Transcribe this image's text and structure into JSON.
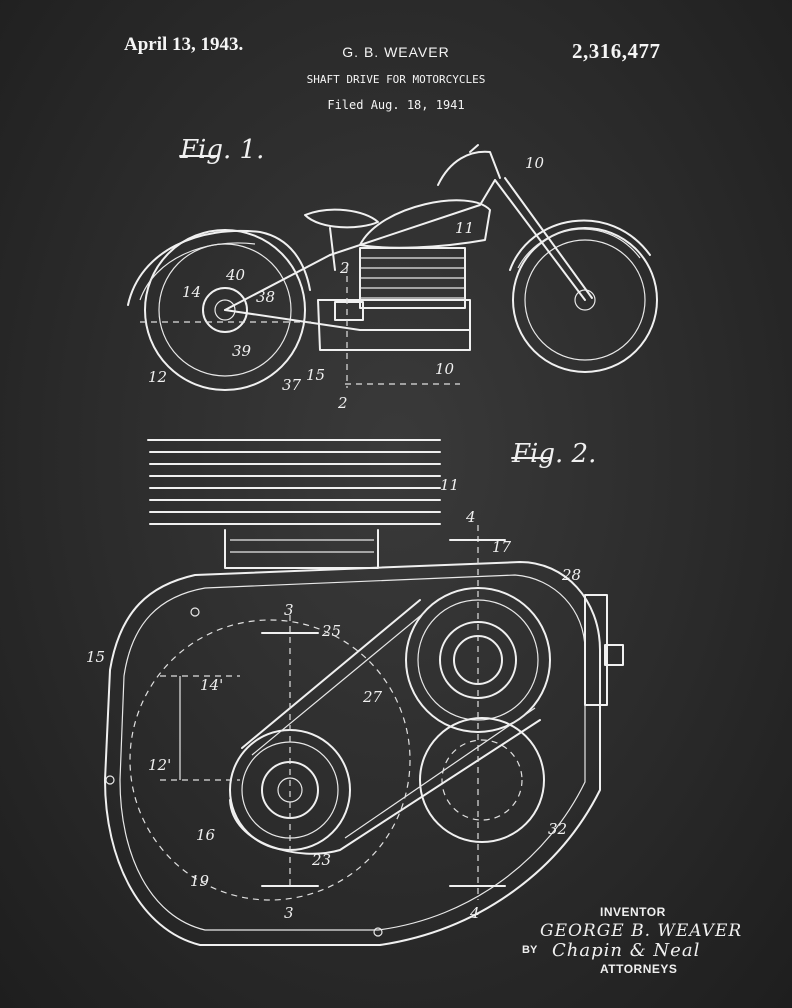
{
  "header": {
    "date": "April 13, 1943.",
    "inventor_name": "G. B. WEAVER",
    "patent_number": "2,316,477",
    "title": "SHAFT DRIVE FOR MOTORCYCLES",
    "filed": "Filed Aug. 18, 1941"
  },
  "figures": {
    "fig1_label": "Fig. 1.",
    "fig2_label": "Fig. 2."
  },
  "fig1_refs": [
    "10",
    "11",
    "2",
    "40",
    "14",
    "38",
    "39",
    "12",
    "37",
    "15",
    "10",
    "2"
  ],
  "fig2_refs": [
    "11",
    "4",
    "17",
    "28",
    "3",
    "25",
    "15",
    "14'",
    "27",
    "12'",
    "16",
    "23",
    "32",
    "19",
    "3",
    "4"
  ],
  "signature": {
    "inventor_role": "INVENTOR",
    "inventor_full": "GEORGE B. WEAVER",
    "by": "BY",
    "attorneys_sig": "Chapin & Neal",
    "attorneys_role": "ATTORNEYS"
  },
  "colors": {
    "background": "#2b2b2b",
    "ink": "#f0f0f0"
  }
}
